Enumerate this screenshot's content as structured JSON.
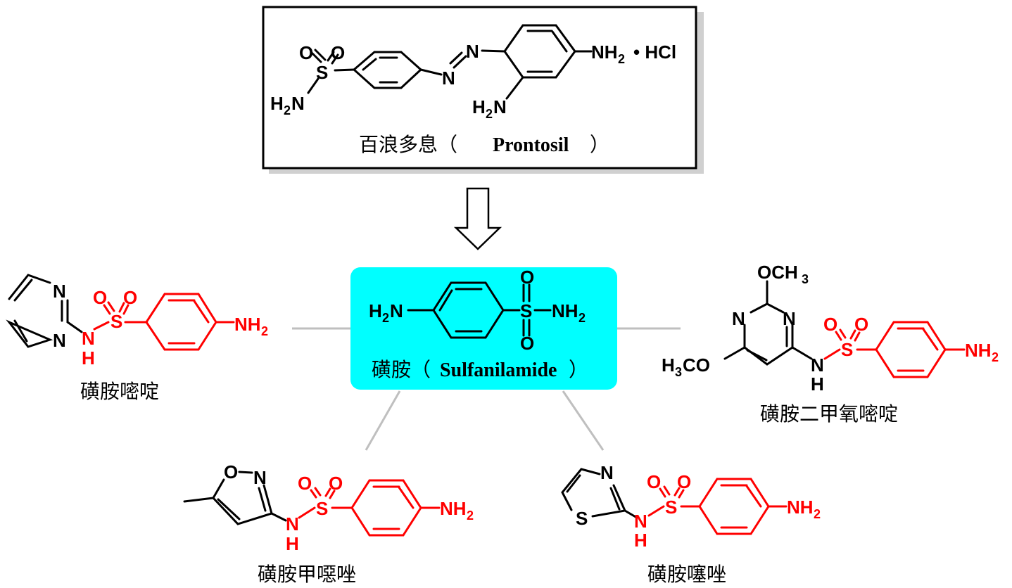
{
  "colors": {
    "bond": "#000000",
    "highlight": "#ff0000",
    "box_fill": "#00ffff",
    "connector": "#bfbfbf"
  },
  "prontosil": {
    "caption_cn": "百浪多息（",
    "caption_en": "Prontosil",
    "caption_close": "）",
    "atoms": {
      "o1": "O",
      "o2": "O",
      "s": "S",
      "h2n": "H",
      "two": "2",
      "n_amide": "N",
      "n_azo1": "N",
      "n_azo2": "N",
      "nh2_n": "NH",
      "nh2_2": "2",
      "salt": "• HCl",
      "h2n_b": "H",
      "two_b": "2",
      "n_b": "N"
    }
  },
  "arrow": {
    "icon": "down-arrow-icon"
  },
  "sulfanilamide": {
    "caption_cn": "磺胺（",
    "caption_en": "Sulfanilamide",
    "caption_close": "）",
    "atoms": {
      "h2n_h": "H",
      "h2n_2": "2",
      "h2n_n": "N",
      "s": "S",
      "o1": "O",
      "o2": "O",
      "nh2": "NH",
      "nh2_2": "2"
    }
  },
  "sulfadiazine": {
    "caption": "磺胺嘧啶",
    "atoms": {
      "n1": "N",
      "n2": "N",
      "nh_n": "N",
      "nh_h": "H",
      "s": "S",
      "o1": "O",
      "o2": "O",
      "nh2": "NH",
      "nh2_2": "2"
    }
  },
  "sulfadimethoxine": {
    "caption": "磺胺二甲氧嘧啶",
    "atoms": {
      "och3": "OCH",
      "och3_3": "3",
      "n1": "N",
      "n2": "N",
      "h3co_h": "H",
      "h3co_3": "3",
      "h3co_co": "CO",
      "nh_n": "N",
      "nh_h": "H",
      "s": "S",
      "o1": "O",
      "o2": "O",
      "nh2": "NH",
      "nh2_2": "2"
    }
  },
  "sulfamethoxazole": {
    "caption": "磺胺甲噁唑",
    "atoms": {
      "o_ring": "O",
      "n_ring": "N",
      "nh_n": "N",
      "nh_h": "H",
      "s": "S",
      "o1": "O",
      "o2": "O",
      "nh2": "NH",
      "nh2_2": "2"
    }
  },
  "sulfathiazole": {
    "caption": "磺胺噻唑",
    "atoms": {
      "n_ring": "N",
      "s_ring": "S",
      "nh_n": "N",
      "nh_h": "H",
      "s": "S",
      "o1": "O",
      "o2": "O",
      "nh2": "NH",
      "nh2_2": "2"
    }
  }
}
